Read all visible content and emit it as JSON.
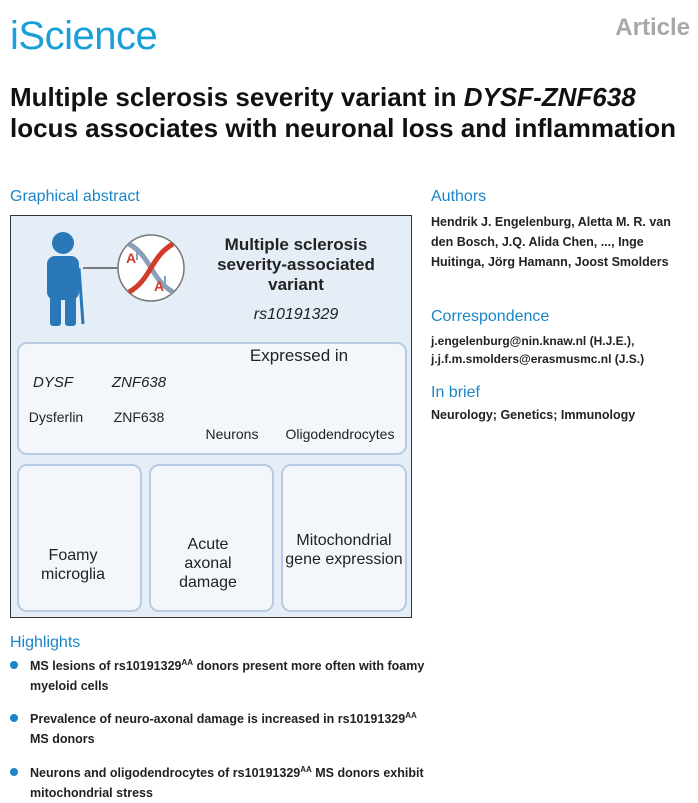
{
  "header": {
    "journal": "iScience",
    "article_type": "Article"
  },
  "title": {
    "part1": "Multiple sclerosis severity variant in ",
    "gene_locus": "DYSF-ZNF638",
    "part2": " locus associates with neuronal loss and inflammation"
  },
  "graphical_abstract": {
    "heading": "Graphical abstract",
    "main_title": "Multiple sclerosis severity-associated variant",
    "variant": "rs10191329",
    "allele": "A",
    "expressed_in": "Expressed in",
    "gene1": "DYSF",
    "gene2": "ZNF638",
    "protein1": "Dysferlin",
    "protein2": "ZNF638",
    "cell1": "Neurons",
    "cell2": "Oligodendrocytes",
    "effects": [
      {
        "label": "Foamy microglia"
      },
      {
        "label": "Acute axonal damage"
      },
      {
        "label": "Mitochondrial gene expression"
      }
    ],
    "colors": {
      "arrow": "#8b1a1a",
      "dna_red": "#d23a2a",
      "figure": "#2a78b8"
    }
  },
  "authors": {
    "heading": "Authors",
    "names": "Hendrik J. Engelenburg, Aletta M. R. van den Bosch, J.Q. Alida Chen, ..., Inge Huitinga, Jörg Hamann, Joost Smolders"
  },
  "correspondence": {
    "heading": "Correspondence",
    "email1": "j.engelenburg@nin.knaw.nl (H.J.E.),",
    "email2": "j.j.f.m.smolders@erasmusmc.nl (J.S.)"
  },
  "in_brief": {
    "heading": "In brief",
    "text": "Neurology; Genetics; Immunology"
  },
  "highlights": {
    "heading": "Highlights",
    "genotype_sup": "AA",
    "items": [
      {
        "pre": "MS lesions of rs10191329",
        "post": " donors present more often with foamy myeloid cells"
      },
      {
        "pre": "Prevalence of neuro-axonal damage is increased in rs10191329",
        "post": " MS donors"
      },
      {
        "pre": "Neurons and oligodendrocytes of rs10191329",
        "post": " MS donors exhibit mitochondrial stress"
      }
    ]
  }
}
